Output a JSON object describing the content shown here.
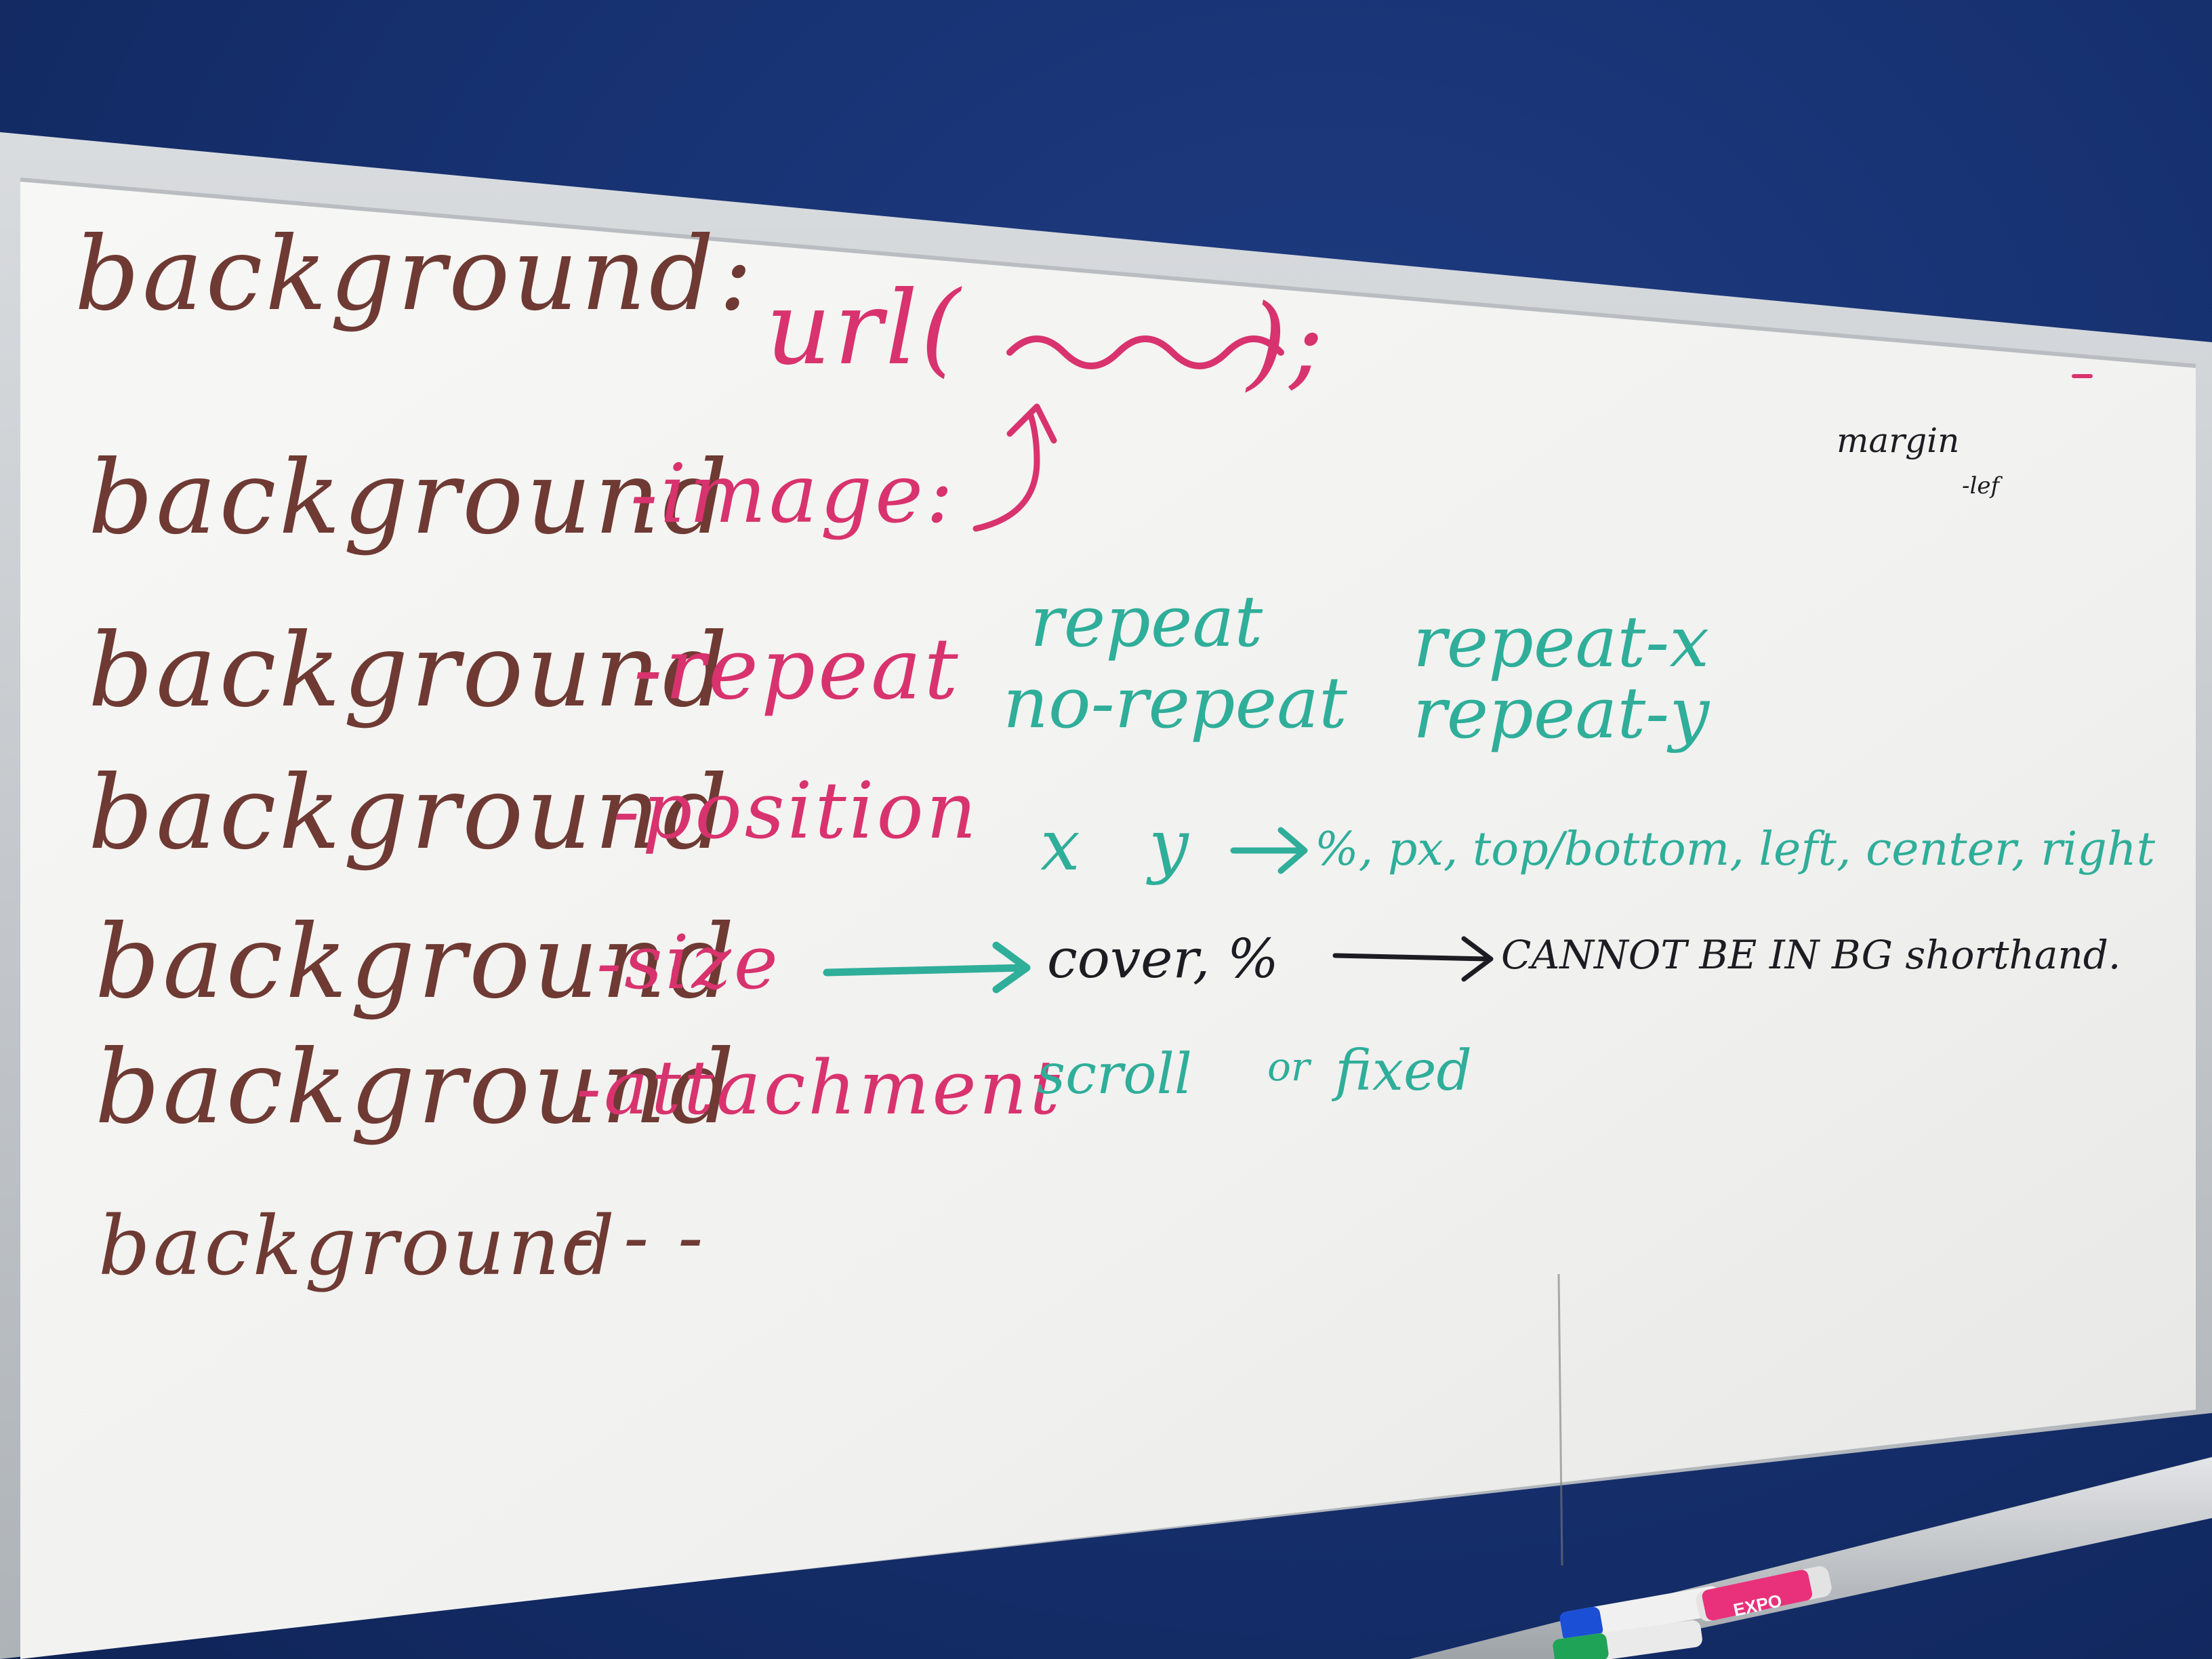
{
  "board": {
    "row1": {
      "property": "background",
      "colon": ":",
      "value_start": "url(",
      "value_end": ");"
    },
    "row2": {
      "property": "background",
      "suffix": "-image:"
    },
    "row3": {
      "property": "background",
      "suffix": "-repeat",
      "opt1": "repeat",
      "opt2": "repeat-x",
      "opt3": "no-repeat",
      "opt4": "repeat-y"
    },
    "row4": {
      "property": "background",
      "suffix": "-position",
      "x": "x",
      "y": "y",
      "units": "%, px, top/bottom, left, center, right"
    },
    "row5": {
      "property": "background",
      "suffix": "-size",
      "values": "cover, %",
      "note": "CANNOT BE IN BG shorthand."
    },
    "row6": {
      "property": "background",
      "suffix": "-attachment",
      "opt1": "scroll",
      "or": "or",
      "opt2": "fixed"
    },
    "row7": {
      "property": "background",
      "dashes": "- - -"
    },
    "corner": {
      "word": "margin",
      "sub": "-lef"
    }
  },
  "markers": {
    "pink_label": "EXPO"
  },
  "colors": {
    "wall": "#16306e",
    "board": "#f4f4f2",
    "brown_ink": "#6e3a33",
    "pink_ink": "#d8336e",
    "teal_ink": "#2fae9a",
    "black_ink": "#1c1c22"
  }
}
